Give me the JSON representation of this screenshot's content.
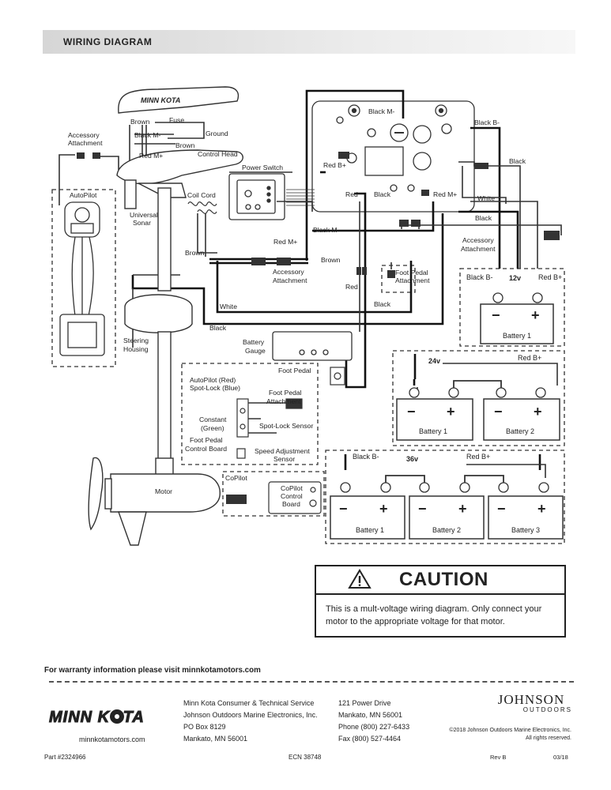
{
  "header": {
    "title": "WIRING DIAGRAM"
  },
  "labels": {
    "brown_top": "Brown",
    "fuse": "Fuse",
    "ground": "Ground",
    "black_m_top": "Black M-",
    "brown_2": "Brown",
    "red_m_top": "Red M+",
    "control_head": "Control Head",
    "accessory_attachment_tl_1": "Accessory",
    "accessory_attachment_tl_2": "Attachment",
    "autopilot": "AutoPilot",
    "universal_sonar_1": "Universal",
    "universal_sonar_2": "Sonar",
    "power_switch": "Power Switch",
    "coil_cord": "Coil Cord",
    "black_m_board": "Black M-",
    "red_b_board": "Red B+",
    "red_mid": "Red",
    "black_mid": "Black",
    "red_m_mid": "Red M+",
    "black_b_right": "Black B-",
    "black_right": "Black",
    "white_right": "White",
    "black_right2": "Black",
    "black_m_mid": "Black M-",
    "accessory_attachment_r_1": "Accessory",
    "accessory_attachment_r_2": "Attachment",
    "brown_left": "Brown",
    "red_m_left": "Red M+",
    "brown_mid": "Brown",
    "accessory_attachment_c_1": "Accessory",
    "accessory_attachment_c_2": "Attachment",
    "red_low": "Red",
    "foot_pedal_attachment_1": "Foot Pedal",
    "foot_pedal_attachment_2": "Attachment",
    "white_low": "White",
    "black_low": "Black",
    "black_low2": "Black",
    "steering_housing_1": "Steering",
    "steering_housing_2": "Housing",
    "battery_gauge_1": "Battery",
    "battery_gauge_2": "Gauge",
    "foot_pedal": "Foot Pedal",
    "autopilot_red": "AutoPilot (Red)",
    "spotlock_blue": "Spot-Lock (Blue)",
    "foot_pedal_attach_b_1": "Foot Pedal",
    "foot_pedal_attach_b_2": "Attachment",
    "constant_1": "Constant",
    "constant_2": "(Green)",
    "spotlock_sensor": "Spot-Lock Sensor",
    "fp_board_1": "Foot Pedal",
    "fp_board_2": "Control Board",
    "speed_sensor_1": "Speed Adjustment",
    "speed_sensor_2": "Sensor",
    "motor": "Motor",
    "copilot": "CoPilot",
    "copilot_board_1": "CoPilot",
    "copilot_board_2": "Control",
    "copilot_board_3": "Board",
    "v12": "12v",
    "black_b_12": "Black B-",
    "red_b_12": "Red B+",
    "battery1_12": "Battery 1",
    "v24": "24v",
    "red_b_24": "Red B+",
    "battery1_24": "Battery 1",
    "battery2_24": "Battery 2",
    "v36": "36v",
    "black_b_36": "Black B-",
    "red_b_36": "Red B+",
    "battery1_36": "Battery 1",
    "battery2_36": "Battery 2",
    "battery3_36": "Battery 3",
    "minus": "−",
    "plus": "+"
  },
  "caution": {
    "title": "CAUTION",
    "message": "This is a mult-voltage wiring diagram.  Only connect your motor to the appropriate voltage for that motor."
  },
  "footer": {
    "warranty": "For warranty information please visit minnkotamotors.com",
    "website": "minnkotamotors.com",
    "service_1": "Minn Kota Consumer & Technical Service",
    "service_2": "Johnson Outdoors Marine Electronics, Inc.",
    "service_3": "PO Box 8129",
    "service_4": "Mankato, MN 56001",
    "addr_1": "121 Power Drive",
    "addr_2": "Mankato, MN 56001",
    "addr_3": "Phone (800) 227-6433",
    "addr_4": "Fax (800) 527-4464",
    "johnson_1": "JOHNSON",
    "johnson_2": "OUTDOORS",
    "copyright": "©2018 Johnson Outdoors Marine Electronics, Inc.",
    "rights": "All rights reserved.",
    "part": "Part #2324966",
    "ecn": "ECN 38748",
    "rev": "Rev B",
    "date": "03/18"
  },
  "logo": {
    "text": "MINN KOTA",
    "head_text": "MINN KOTA"
  }
}
